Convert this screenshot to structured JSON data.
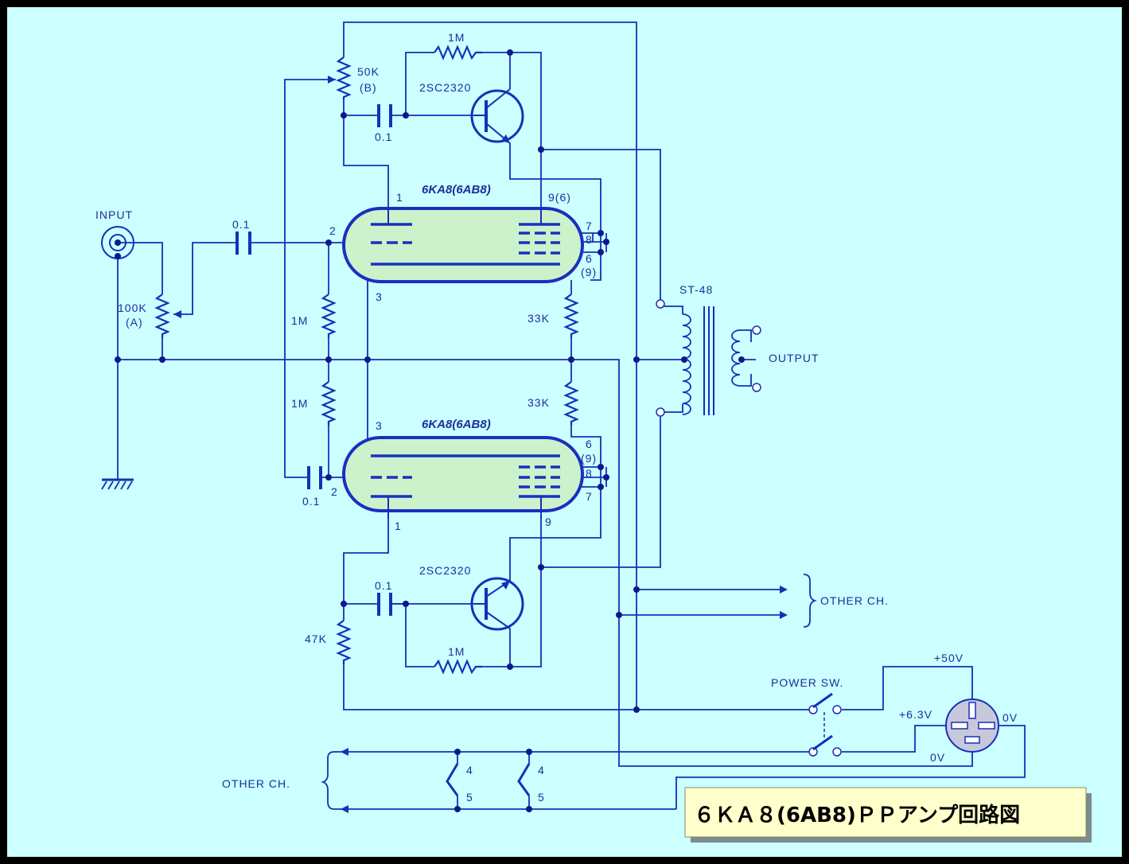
{
  "diagram": {
    "title": "６ＫＡ８(6AB8)ＰＰアンプ回路図",
    "background_color": "#ccffff",
    "line_color": "#1530b8",
    "tube_fill_color": "#ccf2cc",
    "title_box_color": "#ffffcc"
  },
  "tubes": {
    "upper": {
      "name": "6KA8(6AB8)",
      "pins": {
        "plate": "1",
        "grid": "2",
        "cathode": "3",
        "pentode_plate": "9(6)",
        "g2": "7",
        "g1": "8",
        "g3a": "6",
        "g3b": "(9)"
      }
    },
    "lower": {
      "name": "6KA8(6AB8)",
      "pins": {
        "plate": "1",
        "grid": "2",
        "cathode": "3",
        "pentode_plate": "9",
        "g2": "7",
        "g1": "8",
        "g3a": "6",
        "g3b": "(9)"
      }
    }
  },
  "components": {
    "input_label": "INPUT",
    "vol_value": "100K",
    "vol_taper": "(A)",
    "cap_in": "0.1",
    "bal_value": "50K",
    "bal_taper": "(B)",
    "fb_res_top": "1M",
    "transistor_top": "2SC2320",
    "cap_top": "0.1",
    "grid_res_1": "1M",
    "grid_res_2": "1M",
    "cap_lower_grid": "0.1",
    "screen_res_1": "33K",
    "screen_res_2": "33K",
    "transistor_bottom": "2SC2320",
    "cap_bottom": "0.1",
    "fb_res_bottom": "1M",
    "load_res": "47K",
    "transformer": "ST-48",
    "output_label": "OUTPUT",
    "other_ch_right": "OTHER CH.",
    "other_ch_left": "OTHER CH.",
    "power_switch": "POWER SW.",
    "supply_plus50": "+50V",
    "supply_plus63": "+6.3V",
    "supply_0v_a": "0V",
    "supply_0v_b": "0V",
    "heater_pin_4a": "4",
    "heater_pin_5a": "5",
    "heater_pin_4b": "4",
    "heater_pin_5b": "5"
  }
}
